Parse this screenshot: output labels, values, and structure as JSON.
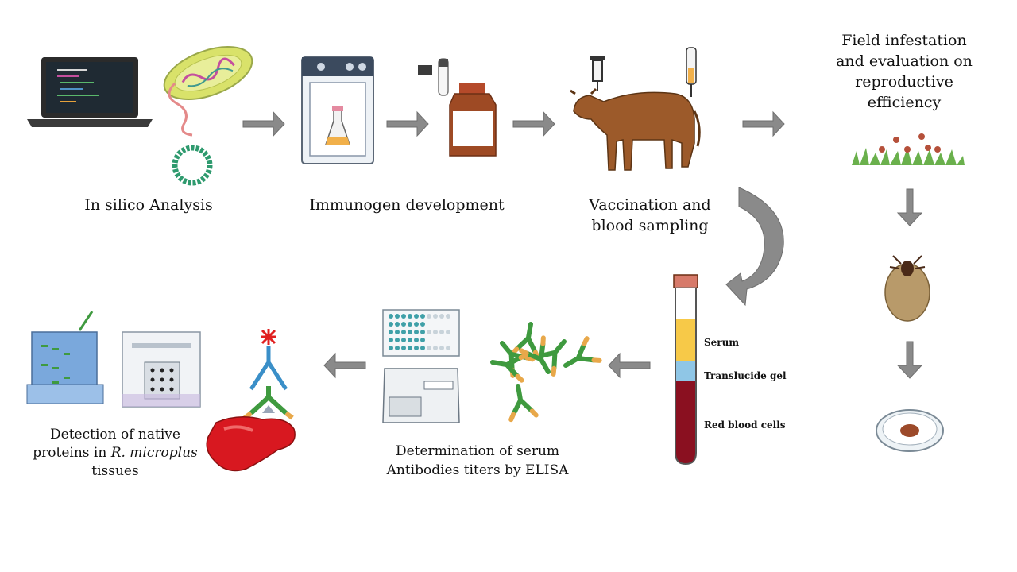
{
  "labels": {
    "in_silico": "In silico Analysis",
    "immunogen": "Immunogen development",
    "vaccination_l1": "Vaccination and",
    "vaccination_l2": "blood sampling",
    "field_l1": "Field infestation",
    "field_l2": "and evaluation on",
    "field_l3": "reproductive",
    "field_l4": "efficiency",
    "elisa_l1": "Determination of serum",
    "elisa_l2": "Antibodies titers by ELISA",
    "detection_l1": "Detection of native",
    "detection_l2_pre": "proteins in",
    "detection_l2_species": "R. microplus",
    "detection_l3": "tissues"
  },
  "tube_labels": {
    "serum": "Serum",
    "gel": "Translucide gel",
    "rbc": "Red blood cells"
  },
  "colors": {
    "arrow": "#8a8a8a",
    "serum": "#f7c948",
    "gel": "#8fc6e6",
    "rbc": "#8a1020",
    "antibody_green": "#3f9a3f",
    "antibody_orange": "#e8a84a"
  }
}
